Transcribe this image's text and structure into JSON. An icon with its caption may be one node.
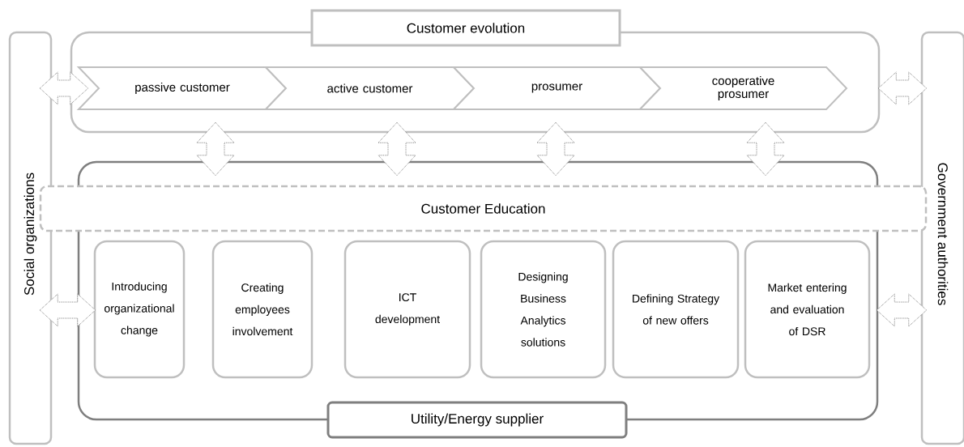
{
  "diagram": {
    "nodes": [
      {
        "text": [
          "Social organizations"
        ]
      },
      {
        "text": [
          "Government authorities"
        ]
      },
      {
        "text": [
          "Customer evolution"
        ]
      },
      {
        "text": [
          "passive customer"
        ],
        "in": 2
      },
      {
        "text": [
          "active customer"
        ],
        "in": 2
      },
      {
        "text": [
          "prosumer"
        ],
        "in": 2
      },
      {
        "text": [
          "cooperative prosumer"
        ],
        "in": 2
      },
      {
        "text": [
          "Utility/Energy supplier"
        ]
      },
      {
        "text": [
          "Customer Education"
        ]
      },
      {
        "text": [
          "Introducing organizational change"
        ],
        "in": 7
      },
      {
        "text": [
          "Creating employees involvement"
        ],
        "in": 7
      },
      {
        "text": [
          "ICT development"
        ],
        "in": 7
      },
      {
        "text": [
          "Designing Business Analytics solutions"
        ],
        "in": 7
      },
      {
        "text": [
          "Defining Strategy of new offers"
        ],
        "in": 7
      },
      {
        "text": [
          "Market entering and evaluation of DSR"
        ],
        "in": 7
      }
    ],
    "edges": [
      {
        "from": 0,
        "to": 2,
        "arrow": "both"
      },
      {
        "from": 2,
        "to": 1,
        "arrow": "both"
      },
      {
        "from": 2,
        "to": 7,
        "arrow": "both"
      },
      {
        "from": 2,
        "to": 7,
        "arrow": "both"
      },
      {
        "from": 2,
        "to": 7,
        "arrow": "both"
      },
      {
        "from": 2,
        "to": 7,
        "arrow": "both"
      },
      {
        "from": 0,
        "to": 7,
        "arrow": "both"
      },
      {
        "from": 7,
        "to": 1,
        "arrow": "both"
      }
    ]
  }
}
